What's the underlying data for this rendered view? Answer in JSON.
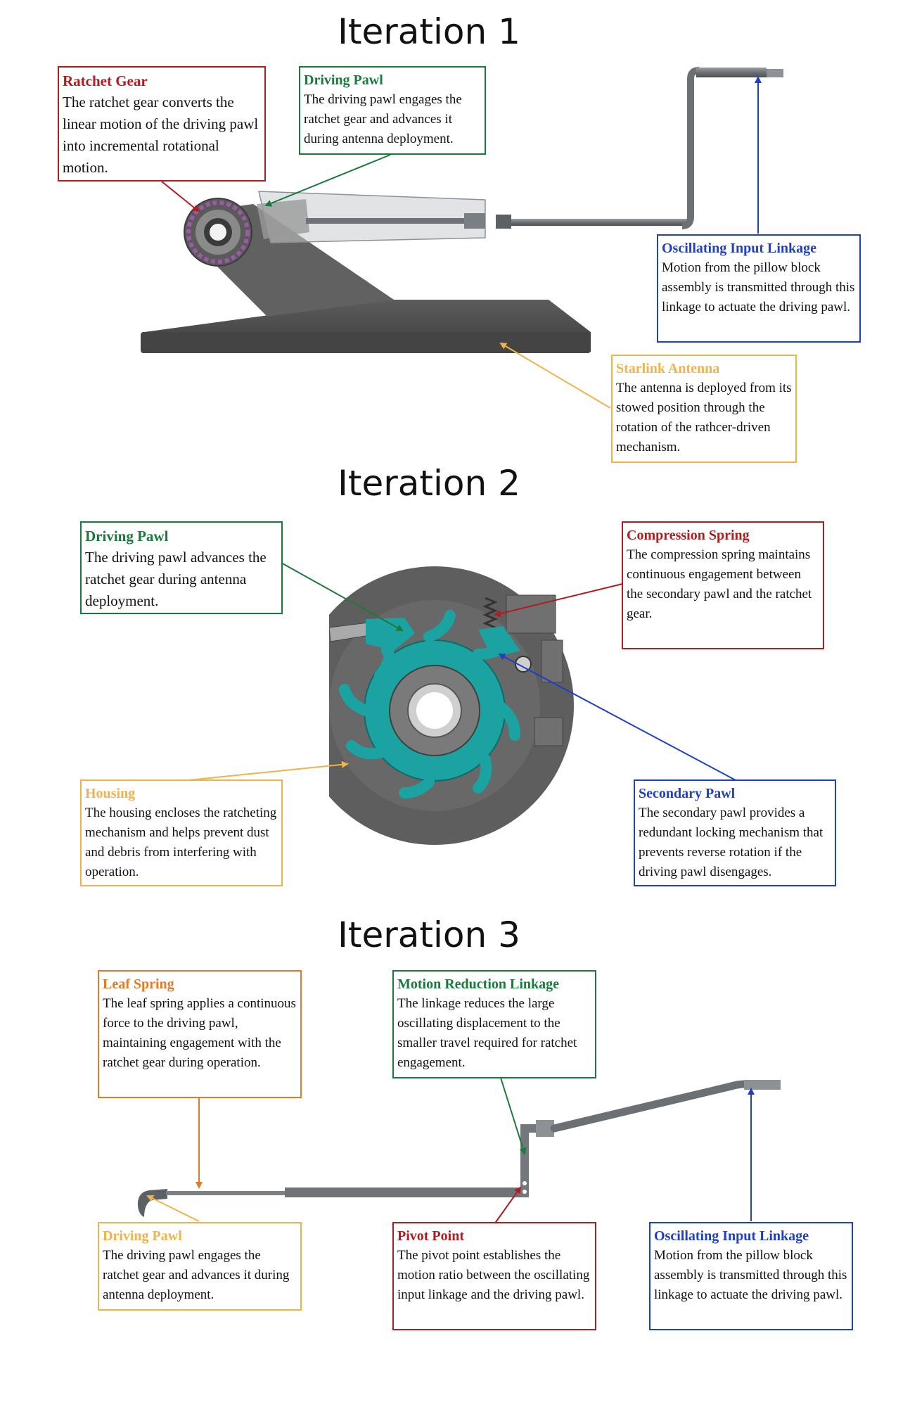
{
  "colors": {
    "red": "#b01c20",
    "green": "#1a7a3c",
    "blue": "#1f3fc4",
    "yellow": "#f0b24a",
    "orange": "#e07b2a",
    "housing_gray": "#5e5e5e",
    "pawl_teal": "#1aa3a0"
  },
  "iteration1": {
    "heading": "Iteration 1",
    "ratchet_gear": {
      "title": "Ratchet Gear",
      "body": "The ratchet gear converts the linear motion of the driving pawl into incremental rotational motion."
    },
    "driving_pawl": {
      "title": "Driving Pawl",
      "body": "The driving pawl engages the ratchet gear and advances it during antenna deployment."
    },
    "oscillating_input": {
      "title": "Oscillating Input Linkage",
      "body": "Motion from the pillow block assembly is transmitted through this linkage to actuate the driving pawl."
    },
    "starlink_antenna": {
      "title": "Starlink Antenna",
      "body": "The antenna is deployed from its stowed position through the rotation of the rathcer-driven mechanism."
    }
  },
  "iteration2": {
    "heading": "Iteration 2",
    "driving_pawl": {
      "title": "Driving Pawl",
      "body": "The driving pawl advances the ratchet gear during antenna deployment."
    },
    "compression_spring": {
      "title": "Compression Spring",
      "body": "The compression spring maintains continuous engagement between the secondary pawl and the ratchet gear."
    },
    "housing": {
      "title": "Housing",
      "body": "The housing encloses the ratcheting mechanism and helps prevent dust and debris from interfering with operation."
    },
    "secondary_pawl": {
      "title": "Secondary Pawl",
      "body": "The secondary pawl provides a redundant locking mechanism that prevents reverse rotation if the driving pawl disengages."
    }
  },
  "iteration3": {
    "heading": "Iteration 3",
    "leaf_spring": {
      "title": "Leaf Spring",
      "body": "The leaf spring applies a continuous force to the driving pawl, maintaining engagement with the ratchet gear during operation."
    },
    "motion_reduction": {
      "title": "Motion Reduction Linkage",
      "body": "The linkage reduces the large oscillating displacement to the smaller travel required for ratchet engagement."
    },
    "driving_pawl": {
      "title": "Driving Pawl",
      "body": "The driving pawl engages the ratchet gear and advances it during antenna deployment."
    },
    "pivot_point": {
      "title": "Pivot Point",
      "body": "The pivot point establishes the motion ratio between the oscillating input linkage and the driving pawl."
    },
    "oscillating_input": {
      "title": "Oscillating Input Linkage",
      "body": "Motion from the pillow block assembly is transmitted through this linkage to actuate the driving pawl."
    }
  }
}
